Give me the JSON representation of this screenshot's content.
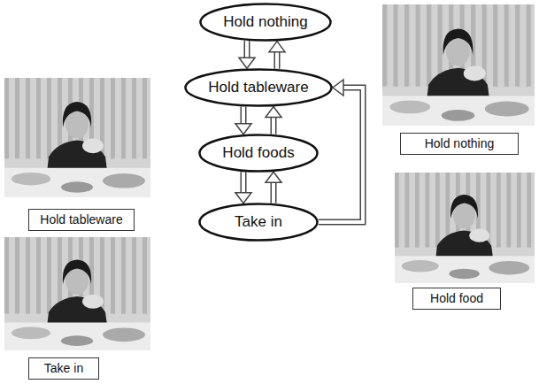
{
  "diagram": {
    "nodes": [
      {
        "text": [
          "Hold nothing"
        ]
      },
      {
        "text": [
          "Hold tableware"
        ]
      },
      {
        "text": [
          "Hold foods"
        ]
      },
      {
        "text": [
          "Take in"
        ]
      },
      {
        "text": [
          "Hold nothing"
        ]
      },
      {
        "text": [
          "Hold tableware"
        ]
      },
      {
        "text": [
          "Hold food"
        ]
      },
      {
        "text": [
          "Take in"
        ]
      }
    ],
    "edges": [
      {
        "from": 0,
        "to": 1,
        "arrow": "to"
      },
      {
        "from": 1,
        "to": 0,
        "arrow": "to"
      },
      {
        "from": 1,
        "to": 2,
        "arrow": "to"
      },
      {
        "from": 2,
        "to": 1,
        "arrow": "to"
      },
      {
        "from": 2,
        "to": 3,
        "arrow": "to"
      },
      {
        "from": 3,
        "to": 2,
        "arrow": "to"
      },
      {
        "from": 3,
        "to": 1,
        "arrow": "to"
      }
    ]
  }
}
